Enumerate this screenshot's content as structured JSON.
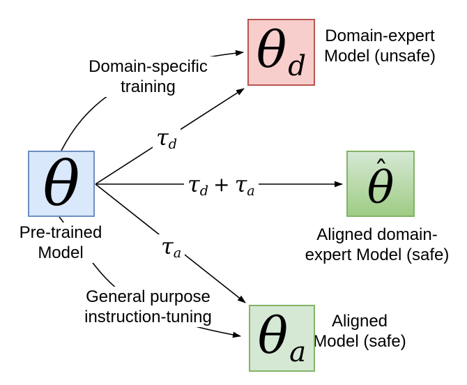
{
  "colors": {
    "line_color": "#000000",
    "blue_fill": "#dae8fc",
    "blue_stroke": "#6c8ebf",
    "red_fill": "#f8cecc",
    "red_stroke": "#b85450",
    "green_fill": "#d5e8d4",
    "green_stroke": "#82b366",
    "green_gradient_top": "#d5e8d4",
    "green_gradient_bottom": "#9fcc84"
  },
  "nodes": {
    "pretrained": {
      "symbol": "θ",
      "caption_line1": "Pre-trained",
      "caption_line2": "Model"
    },
    "domain_expert": {
      "symbol_base": "θ",
      "symbol_sub": "d",
      "caption_line1": "Domain-expert",
      "caption_line2": "Model (unsafe)"
    },
    "aligned_domain_expert": {
      "symbol_base": "θ",
      "symbol_hat": "ˆ",
      "caption_line1": "Aligned domain-",
      "caption_line2": "expert Model (safe)"
    },
    "aligned": {
      "symbol_base": "θ",
      "symbol_sub": "a",
      "caption_line1": "Aligned",
      "caption_line2": "Model (safe)"
    }
  },
  "edges": {
    "domain_training": {
      "line1": "Domain-specific",
      "line2": "training"
    },
    "instruction_tuning": {
      "line1": "General purpose",
      "line2": "instruction-tuning"
    },
    "tau_d": {
      "base": "τ",
      "sub": "d"
    },
    "tau_a": {
      "base": "τ",
      "sub": "a"
    },
    "tau_sum": {
      "base1": "τ",
      "sub1": "d",
      "op": "+",
      "base2": "τ",
      "sub2": "a"
    }
  }
}
